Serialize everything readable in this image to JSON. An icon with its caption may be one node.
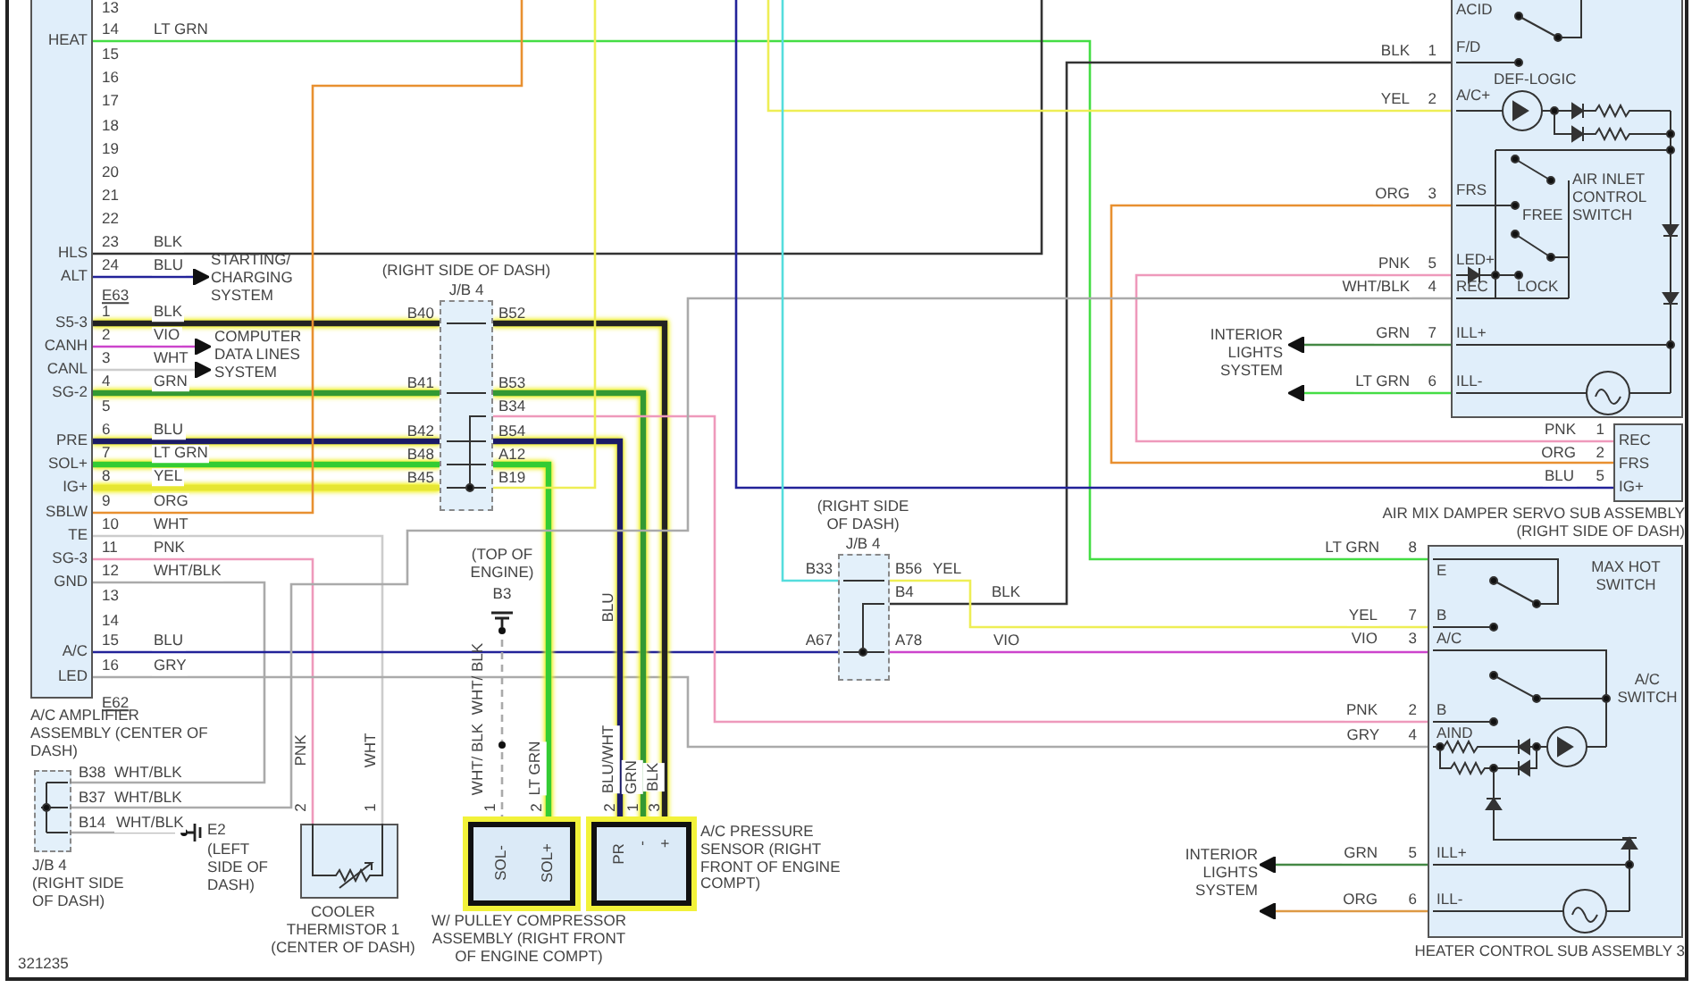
{
  "diagram": {
    "nodes": [
      {
        "text": [
          "A/C AMPLIFIER ASSEMBLY (CENTER OF DASH)"
        ]
      },
      {
        "text": [
          "(RIGHT SIDE OF DASH)",
          "J/B 4"
        ]
      },
      {
        "text": [
          "(RIGHT SIDE OF DASH)",
          "J/B 4"
        ]
      },
      {
        "text": [
          "J/B 4",
          "(RIGHT SIDE OF DASH)"
        ]
      },
      {
        "text": [
          "COOLER THERMISTOR 1 (CENTER OF DASH)"
        ]
      },
      {
        "text": [
          "W/ PULLEY COMPRESSOR ASSEMBLY (RIGHT FRONT OF ENGINE COMPT)"
        ]
      },
      {
        "text": [
          "A/C PRESSURE SENSOR (RIGHT FRONT OF ENGINE COMPT)"
        ]
      },
      {
        "text": [
          "DEF-LOGIC",
          "AIR INLET CONTROL SWITCH"
        ]
      },
      {
        "text": [
          "AIR MIX DAMPER SERVO SUB ASSEMBLY (RIGHT SIDE OF DASH)"
        ]
      },
      {
        "text": [
          "MAX HOT SWITCH",
          "A/C SWITCH",
          "HEATER CONTROL SUB ASSEMBLY 3"
        ]
      },
      {
        "text": [
          "STARTING/ CHARGING SYSTEM"
        ]
      },
      {
        "text": [
          "COMPUTER DATA LINES SYSTEM"
        ]
      },
      {
        "text": [
          "INTERIOR LIGHTS SYSTEM"
        ]
      },
      {
        "text": [
          "INTERIOR LIGHTS SYSTEM"
        ]
      },
      {
        "text": [
          "(TOP OF ENGINE)",
          "B3"
        ]
      },
      {
        "text": [
          "E2",
          "(LEFT SIDE OF DASH)"
        ]
      }
    ],
    "edges": [
      {
        "from": 0,
        "to": 9,
        "arrow": "none",
        "label": "LT GRN",
        "color": "#44dd44"
      },
      {
        "from": 0,
        "to": null,
        "arrow": "none",
        "label": "BLK",
        "color": "#333333"
      },
      {
        "from": 0,
        "to": 10,
        "arrow": "to",
        "label": "BLU",
        "color": "#222299"
      },
      {
        "from": 0,
        "to": 1,
        "arrow": "none",
        "label": "BLK",
        "style": "thick",
        "color": "#222222"
      },
      {
        "from": 0,
        "to": 11,
        "arrow": "to",
        "label": "VIO",
        "color": "#cc44cc"
      },
      {
        "from": 0,
        "to": 11,
        "arrow": "to",
        "label": "WHT",
        "color": "#cccccc"
      },
      {
        "from": 0,
        "to": 1,
        "arrow": "none",
        "label": "GRN",
        "style": "thick",
        "color": "#339933"
      },
      {
        "from": 0,
        "to": 1,
        "arrow": "none",
        "label": "BLU",
        "style": "thick",
        "color": "#1a1a66"
      },
      {
        "from": 0,
        "to": 1,
        "arrow": "none",
        "label": "LT GRN",
        "style": "thick",
        "color": "#33cc33"
      },
      {
        "from": 0,
        "to": 1,
        "arrow": "none",
        "label": "YEL",
        "style": "thick",
        "color": "#e6e633"
      },
      {
        "from": 0,
        "to": null,
        "arrow": "none",
        "label": "ORG",
        "color": "#e89030"
      },
      {
        "from": 0,
        "to": 4,
        "arrow": "none",
        "label": "WHT",
        "color": "#cccccc"
      },
      {
        "from": 0,
        "to": 4,
        "arrow": "none",
        "label": "PNK",
        "color": "#ee99bb"
      },
      {
        "from": 0,
        "to": 3,
        "arrow": "none",
        "label": "WHT/BLK",
        "color": "#aaaaaa"
      },
      {
        "from": 0,
        "to": 2,
        "arrow": "none",
        "label": "BLU",
        "color": "#222299"
      },
      {
        "from": 0,
        "to": 9,
        "arrow": "none",
        "label": "GRY",
        "color": "#aaaaaa"
      },
      {
        "from": 1,
        "to": 6,
        "arrow": "none",
        "label": "BLK",
        "style": "thick",
        "color": "#222222"
      },
      {
        "from": 1,
        "to": 6,
        "arrow": "none",
        "label": "GRN",
        "style": "thick",
        "color": "#339933"
      },
      {
        "from": 1,
        "to": 9,
        "arrow": "none",
        "label": "PNK",
        "color": "#ee99bb"
      },
      {
        "from": 1,
        "to": 6,
        "arrow": "none",
        "label": "BLU/WHT",
        "style": "thick",
        "color": "#1a1a66"
      },
      {
        "from": 1,
        "to": 5,
        "arrow": "none",
        "label": "LT GRN",
        "style": "thick",
        "color": "#33cc33"
      },
      {
        "from": 1,
        "to": null,
        "arrow": "none",
        "color": "#eeee55"
      },
      {
        "from": 14,
        "to": 5,
        "arrow": "none",
        "label": "WHT/ BLK",
        "style": "dashed",
        "color": "#aaaaaa"
      },
      {
        "from": 7,
        "to": 2,
        "arrow": "none",
        "label": "BLK",
        "color": "#333333"
      },
      {
        "from": 7,
        "to": null,
        "arrow": "none",
        "label": "YEL",
        "color": "#eeee55"
      },
      {
        "from": 7,
        "to": 8,
        "arrow": "none",
        "label": "ORG",
        "color": "#e89030"
      },
      {
        "from": 7,
        "to": 8,
        "arrow": "none",
        "label": "PNK",
        "color": "#ee99bb"
      },
      {
        "from": 7,
        "to": 3,
        "arrow": "none",
        "label": "WHT/BLK",
        "color": "#aaaaaa"
      },
      {
        "from": 7,
        "to": 12,
        "arrow": "to",
        "label": "GRN",
        "color": "#448844"
      },
      {
        "from": 7,
        "to": 12,
        "arrow": "to",
        "label": "LT GRN",
        "color": "#44dd44"
      },
      {
        "from": null,
        "to": 8,
        "arrow": "none",
        "label": "BLU",
        "color": "#222299"
      },
      {
        "from": 2,
        "to": null,
        "arrow": "none",
        "color": "#55dddd"
      },
      {
        "from": 2,
        "to": 9,
        "arrow": "none",
        "label": "YEL",
        "color": "#eeee55"
      },
      {
        "from": 2,
        "to": 9,
        "arrow": "none",
        "label": "VIO",
        "color": "#cc44cc"
      },
      {
        "from": 9,
        "to": 13,
        "arrow": "to",
        "label": "GRN",
        "color": "#448844"
      },
      {
        "from": 9,
        "to": 13,
        "arrow": "to",
        "label": "ORG",
        "color": "#dd9944"
      },
      {
        "from": 3,
        "to": 15,
        "arrow": "none",
        "label": "WHT/BLK",
        "color": "#aaaaaa"
      }
    ],
    "labels": [
      "13",
      "HEAT",
      "14",
      "15",
      "16",
      "17",
      "18",
      "19",
      "20",
      "21",
      "22",
      "HLS",
      "23",
      "ALT",
      "24",
      "E63",
      "S5-3",
      "1",
      "CANH",
      "2",
      "CANL",
      "3",
      "SG-2",
      "4",
      "5",
      "PRE",
      "6",
      "SOL+",
      "7",
      "IG+",
      "8",
      "SBLW",
      "9",
      "TE",
      "10",
      "SG-3",
      "11",
      "GND",
      "12",
      "13",
      "14",
      "A/C",
      "15",
      "LED",
      "16",
      "E62",
      "B40",
      "B52",
      "B41",
      "B53",
      "B34",
      "B42",
      "B54",
      "B48",
      "A12",
      "B45",
      "B19",
      "B38",
      "WHT/BLK",
      "B37",
      "WHT/BLK",
      "B14",
      "PNK",
      "WHT",
      "2",
      "1",
      "WHT/ BLK",
      "1",
      "2",
      "SOL-",
      "SOL+",
      "BLU",
      "2",
      "1",
      "3",
      "PR",
      "-",
      "+",
      "B33",
      "B56",
      "YEL",
      "B4",
      "BLK",
      "A67",
      "A78",
      "VIO",
      "ACID",
      "1",
      "F/D",
      "2",
      "A/C+",
      "3",
      "FRS",
      "FREE",
      "5",
      "LED+",
      "4",
      "REC",
      "LOCK",
      "7",
      "ILL+",
      "6",
      "ILL-",
      "PNK",
      "1",
      "REC",
      "ORG",
      "2",
      "FRS",
      "5",
      "IG+",
      "LT GRN",
      "8",
      "E",
      "7",
      "B",
      "3",
      "A/C",
      "2",
      "B",
      "GRY",
      "4",
      "AIND",
      "5",
      "ILL+",
      "6",
      "ILL-",
      "321235"
    ]
  }
}
